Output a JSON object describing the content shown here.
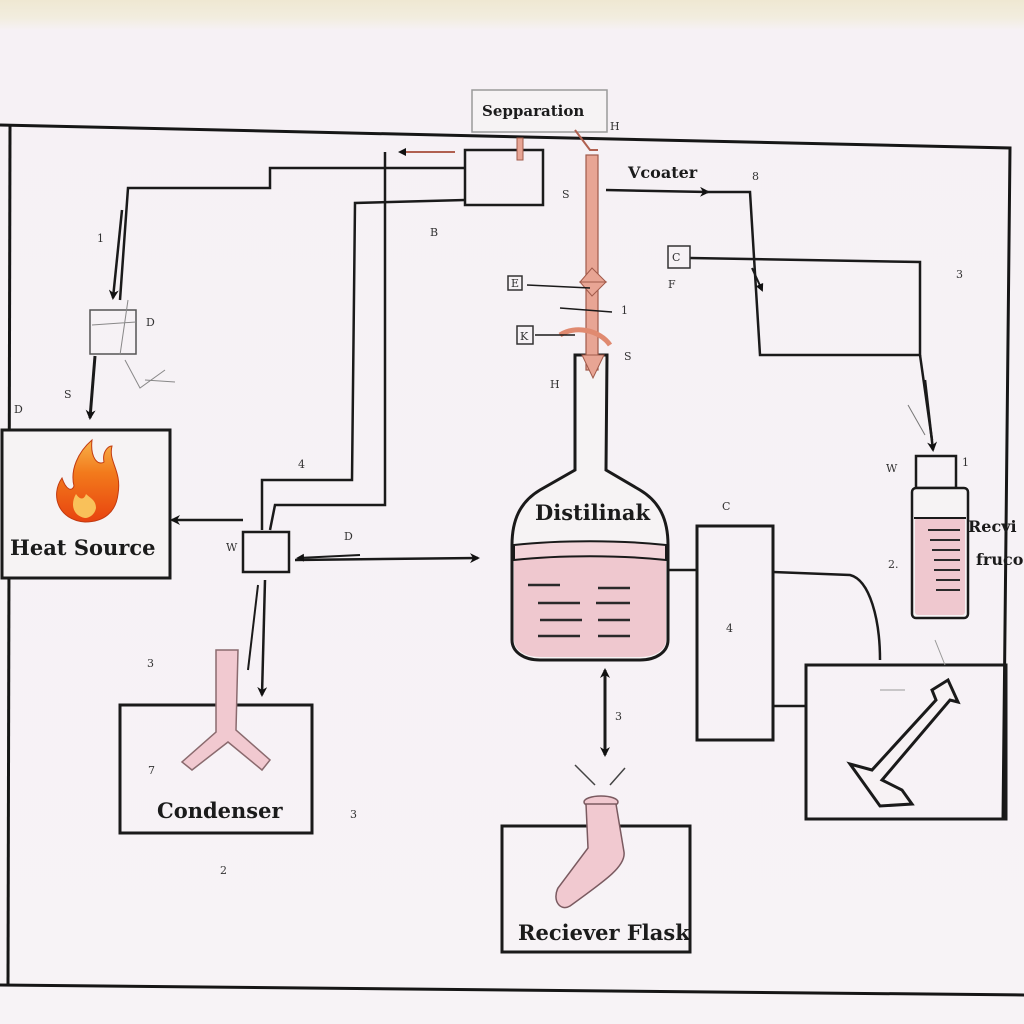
{
  "diagram": {
    "header_box": "Sepparation",
    "vapor_label": "Vcoater",
    "heat_source": "Heat Source",
    "distillation": "Distilinak",
    "condenser": "Condenser",
    "receiver_flask": "Reciever Flask",
    "receiver_fraction_line1": "Recvi",
    "receiver_fraction_line2": "fruco",
    "markers": {
      "m1": "1",
      "m_b": "B",
      "m_d_small": "D",
      "m_D_left": "D",
      "m_S_left": "S",
      "m_4": "4",
      "m_W_mid": "W",
      "m_D_arrow": "D",
      "m_3_left": "3",
      "m_7": "7",
      "m_2_bottom": "2",
      "m_3_bottom": "3",
      "m_H_top": "H",
      "m_S_top": "S",
      "m_8": "8",
      "m_E": "E",
      "m_1_mid": "1",
      "m_S_mid": "S",
      "m_H_flask": "H",
      "m_K": "K",
      "m_C_box": "C",
      "m_F": "F",
      "m_3_right": "3",
      "m_W_right": "W",
      "m_1_right": "1",
      "m_2_right": "2.",
      "m_C_column": "C",
      "m_4_column": "4",
      "m_3_arrow": "3"
    }
  }
}
